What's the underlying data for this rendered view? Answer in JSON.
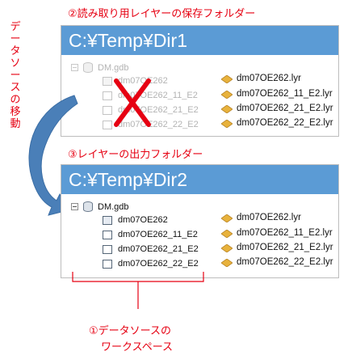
{
  "top_caption": "②読み取り用レイヤーの保存フォルダー",
  "side_caption_chars": [
    "デ",
    "ー",
    "タ",
    "ソ",
    "ー",
    "ス",
    "の",
    "移",
    "動"
  ],
  "mid_caption": "③レイヤーの出力フォルダー",
  "bottom_caption_line1": "①データソースの",
  "bottom_caption_line2": "ワークスペース",
  "panel1": {
    "title": "C:¥Temp¥Dir1",
    "gdb": "DM.gdb",
    "items": [
      "dm07OE262",
      "dm07OE262_11_E2",
      "dm07OE262_21_E2",
      "dm07OE262_22_E2"
    ],
    "layers": [
      "dm07OE262.lyr",
      "dm07OE262_11_E2.lyr",
      "dm07OE262_21_E2.lyr",
      "dm07OE262_22_E2.lyr"
    ]
  },
  "panel2": {
    "title": "C:¥Temp¥Dir2",
    "gdb": "DM.gdb",
    "items": [
      "dm07OE262",
      "dm07OE262_11_E2",
      "dm07OE262_21_E2",
      "dm07OE262_22_E2"
    ],
    "layers": [
      "dm07OE262.lyr",
      "dm07OE262_11_E2.lyr",
      "dm07OE262_21_E2.lyr",
      "dm07OE262_22_E2.lyr"
    ]
  },
  "colors": {
    "header": "#5b9bd5",
    "accent_red": "#e60012",
    "arrow": "#4a7fb8",
    "layer_icon": "#e8b23c"
  }
}
